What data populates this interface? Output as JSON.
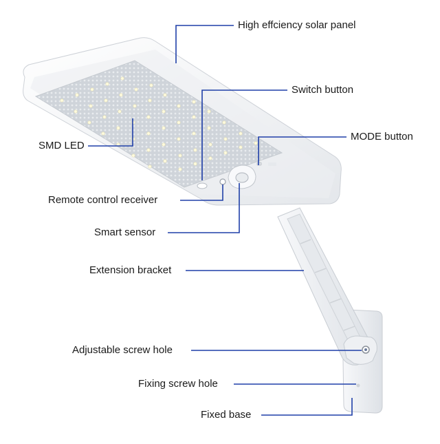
{
  "labels": {
    "solar_panel": "High effciency solar panel",
    "switch_button": "Switch button",
    "mode_button": "MODE button",
    "smd_led": "SMD LED",
    "remote_receiver": "Remote control receiver",
    "smart_sensor": "Smart sensor",
    "extension_bracket": "Extension bracket",
    "adjustable_screw_hole": "Adjustable screw hole",
    "fixing_screw_hole": "Fixing screw hole",
    "fixed_base": "Fixed base"
  },
  "colors": {
    "leader_line": "#1f3fa8",
    "housing": "#f4f5f7",
    "panel": "#d9dde3",
    "led": "#fffbe0"
  }
}
